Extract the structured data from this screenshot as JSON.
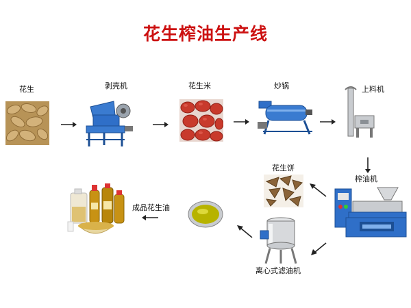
{
  "title": "花生榨油生产线",
  "stages": {
    "peanut": "花生",
    "sheller": "剥壳机",
    "kernel": "花生米",
    "roaster": "炒锅",
    "elevator": "上料机",
    "press": "榨油机",
    "cake": "花生饼",
    "filter": "离心式滤油机",
    "product": "成品花生油"
  },
  "colors": {
    "title": "#cc1111",
    "machine_blue": "#2f6fc8",
    "peanut_shell": "#c8a56a",
    "kernel_red": "#c83a2c",
    "oil_gold": "#c89214"
  }
}
